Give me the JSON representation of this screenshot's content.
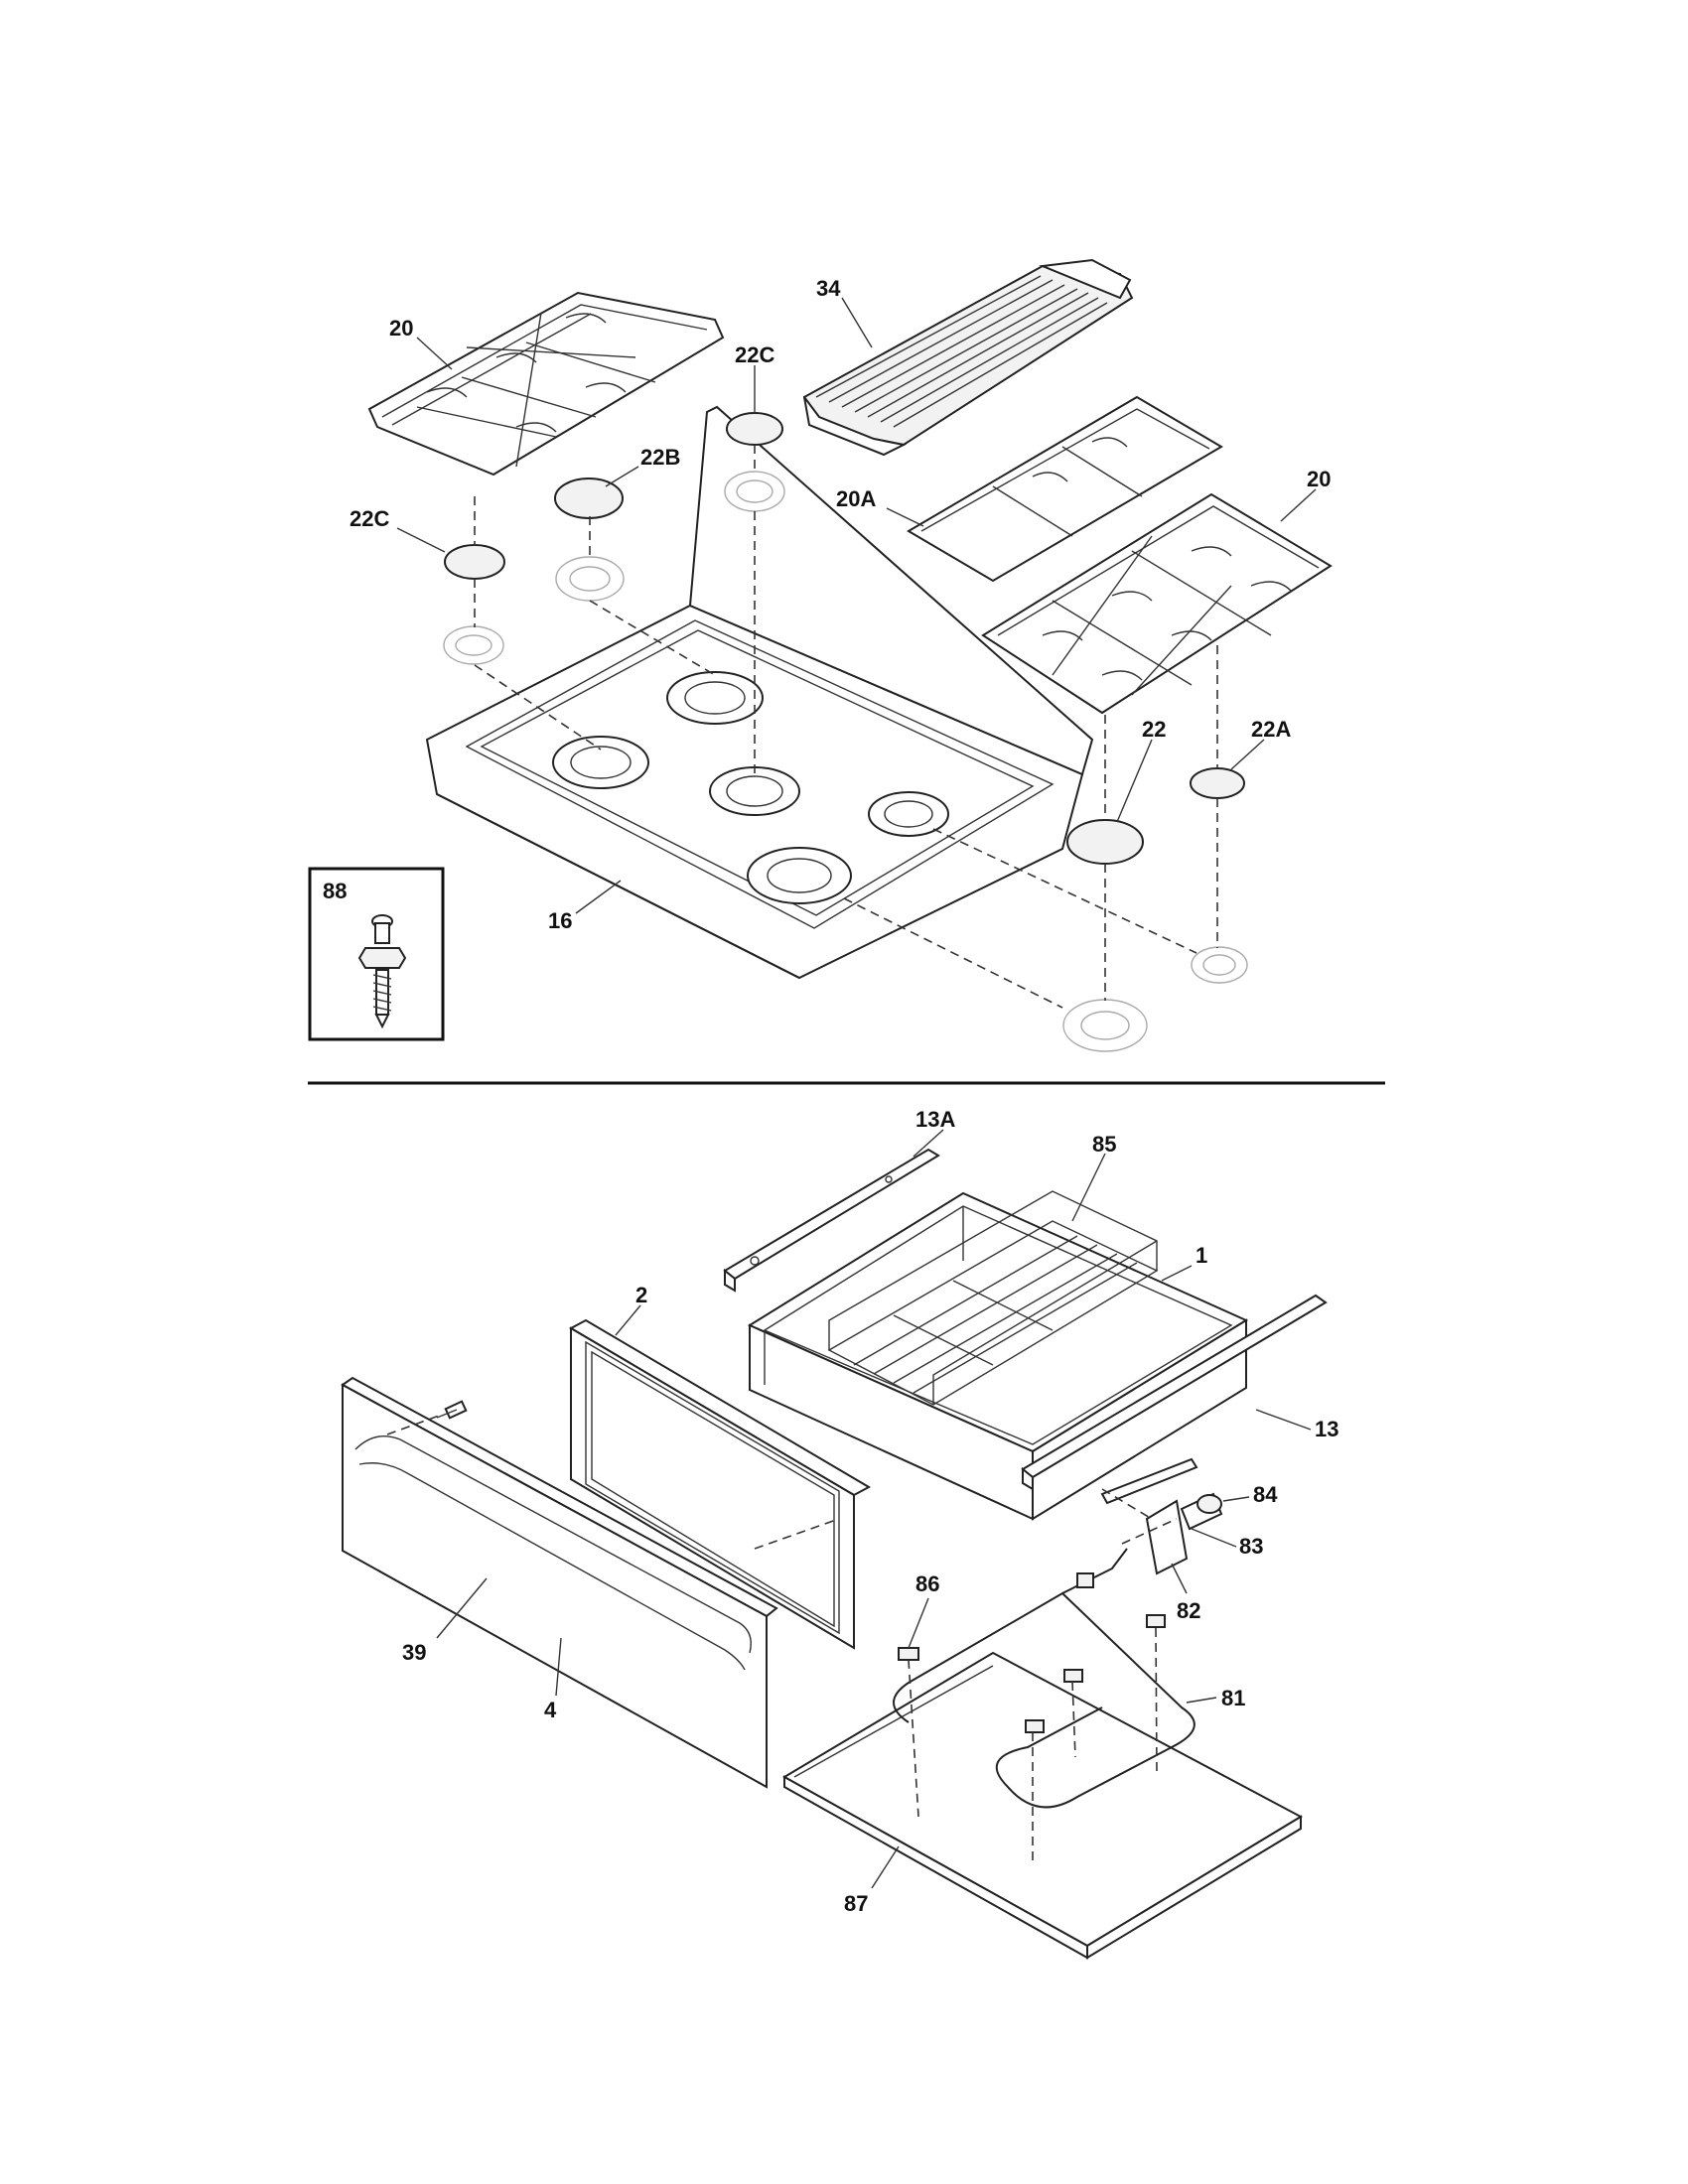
{
  "callouts": {
    "c20_left": "20",
    "c34": "34",
    "c22C_top": "22C",
    "c22B": "22B",
    "c22C_left": "22C",
    "c20A": "20A",
    "c20_right": "20",
    "c22": "22",
    "c22A": "22A",
    "c88": "88",
    "c16": "16",
    "c13A": "13A",
    "c85": "85",
    "c1": "1",
    "c2": "2",
    "c13": "13",
    "c84": "84",
    "c83": "83",
    "c82": "82",
    "c86": "86",
    "c81": "81",
    "c39": "39",
    "c4": "4",
    "c87": "87"
  }
}
